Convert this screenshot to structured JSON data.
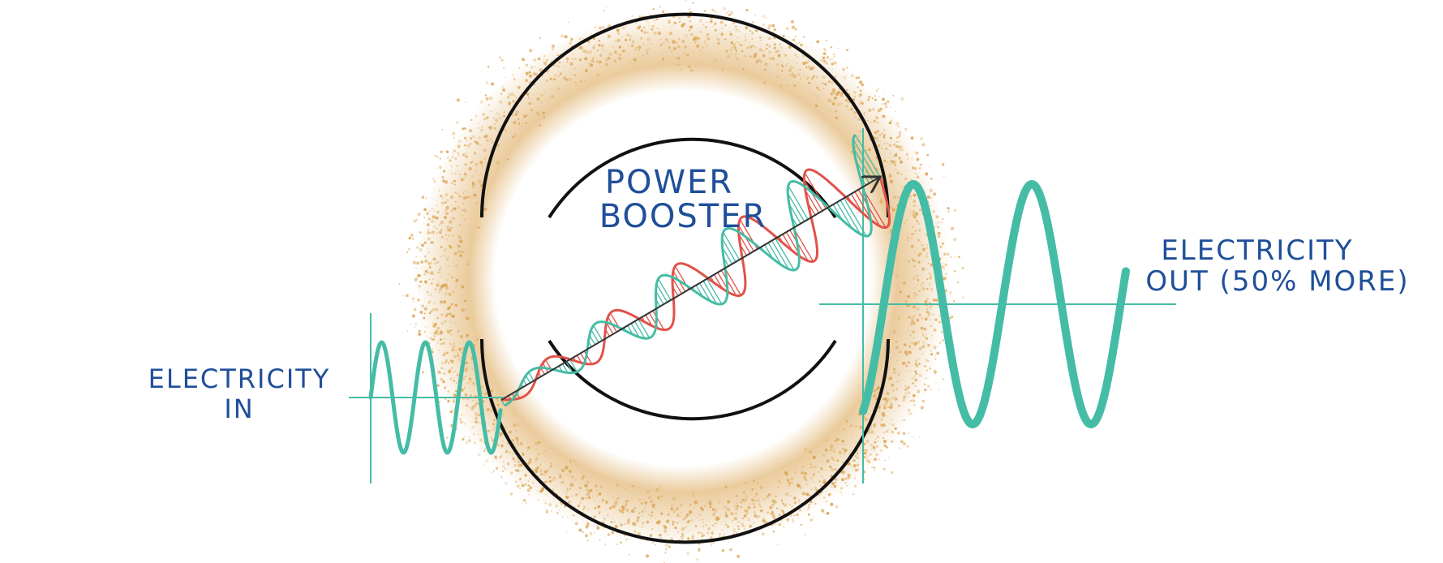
{
  "labels": {
    "input_line1": "ELECTRICITY",
    "input_line2": "IN",
    "booster_line1": "POWER",
    "booster_line2": "BOOSTER",
    "output_line1": "ELECTRICITY",
    "output_line2": "OUT (50% MORE)"
  },
  "colors": {
    "label": "#1f4f9a",
    "wave": "#45bca6",
    "helix_red": "#e0524a",
    "helix_teal": "#45bca6",
    "ring": "#111111",
    "halo": "#d9a04a",
    "axis": "#45bca6"
  }
}
